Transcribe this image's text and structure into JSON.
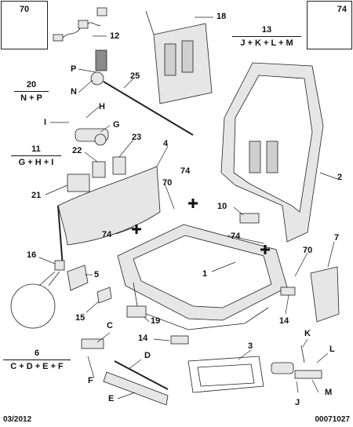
{
  "callouts": {
    "c1": "1",
    "c2": "2",
    "c3": "3",
    "c4": "4",
    "c5": "5",
    "c7": "7",
    "c10": "10",
    "c12": "12",
    "c14a": "14",
    "c14b": "14",
    "c15": "15",
    "c16": "16",
    "c18": "18",
    "c19": "19",
    "c21": "21",
    "c22": "22",
    "c23": "23",
    "c25": "25",
    "c70a": "70",
    "c70b": "70",
    "c74a": "74",
    "c74b": "74",
    "c74c": "74",
    "cP": "P",
    "cN": "N",
    "cH": "H",
    "cI": "I",
    "cG": "G",
    "cC": "C",
    "cD": "D",
    "cE": "E",
    "cF": "F",
    "cK": "K",
    "cL": "L",
    "cM": "M",
    "cJ": "J"
  },
  "boxes": {
    "fastener_left": "70",
    "fastener_right": "74"
  },
  "groups": {
    "g20": {
      "number": "20",
      "formula": "N + P"
    },
    "g11": {
      "number": "11",
      "formula": "G + H + I"
    },
    "g13": {
      "number": "13",
      "formula": "J + K + L + M"
    },
    "g6": {
      "number": "6",
      "formula": "C + D + E + F"
    }
  },
  "footer": {
    "date": "03/2012",
    "reference": "00071027"
  },
  "colors": {
    "line": "#222222",
    "part_fill": "#e6e6e6",
    "part_dark": "#8a8a8a"
  }
}
